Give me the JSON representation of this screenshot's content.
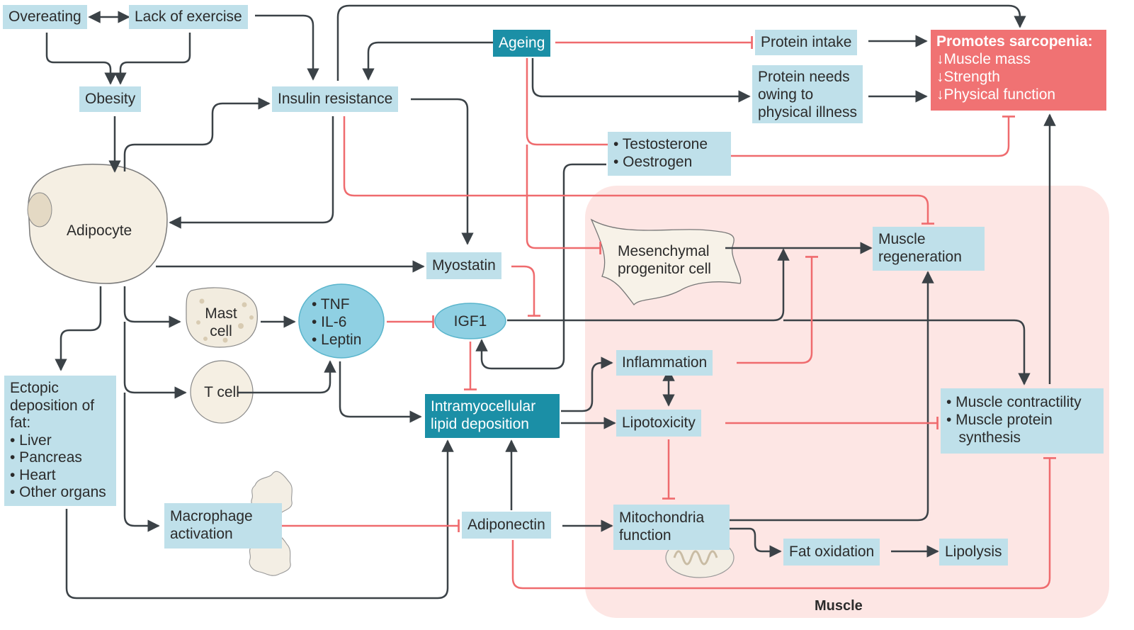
{
  "nodes": {
    "overeating": "Overeating",
    "lack_of_exercise": "Lack of exercise",
    "obesity": "Obesity",
    "insulin_resistance": "Insulin resistance",
    "ageing": "Ageing",
    "protein_intake": "Protein intake",
    "protein_needs": [
      "Protein needs",
      "owing to",
      "physical illness"
    ],
    "sarcopenia": {
      "title": "Promotes sarcopenia:",
      "lines": [
        "↓Muscle mass",
        "↓Strength",
        "↓Physical function"
      ]
    },
    "hormones": [
      "• Testosterone",
      "•  Oestrogen"
    ],
    "adipocyte": "Adipocyte",
    "mesenchymal": [
      "Mesenchymal",
      "progenitor cell"
    ],
    "muscle_regeneration": [
      "Muscle",
      "regeneration"
    ],
    "myostatin": "Myostatin",
    "mast_cell": [
      "Mast",
      "cell"
    ],
    "cytokines": [
      "• TNF",
      "• IL-6",
      "• Leptin"
    ],
    "igf1": "IGF1",
    "ectopic": [
      "Ectopic",
      "deposition of",
      "fat:",
      "• Liver",
      "• Pancreas",
      "• Heart",
      "• Other organs"
    ],
    "t_cell": "T cell",
    "inflammation": "Inflammation",
    "intramyocellular": [
      "Intramyocellular",
      "lipid deposition"
    ],
    "lipotoxicity": "Lipotoxicity",
    "contractility": [
      "• Muscle contractility",
      "• Muscle protein",
      "   synthesis"
    ],
    "macrophage": [
      "Macrophage",
      "activation"
    ],
    "adiponectin": "Adiponectin",
    "mitochondria": [
      "Mitochondria",
      "function"
    ],
    "fat_oxidation": "Fat oxidation",
    "lipolysis": "Lipolysis"
  },
  "region_label": "Muscle",
  "colors": {
    "box_light": "#bfe0ea",
    "box_dark": "#1b8fa6",
    "box_red": "#f07273",
    "muscle_region": "#fde6e4",
    "activation_line": "#3b4247",
    "inhibition_line": "#ef6b6e"
  }
}
